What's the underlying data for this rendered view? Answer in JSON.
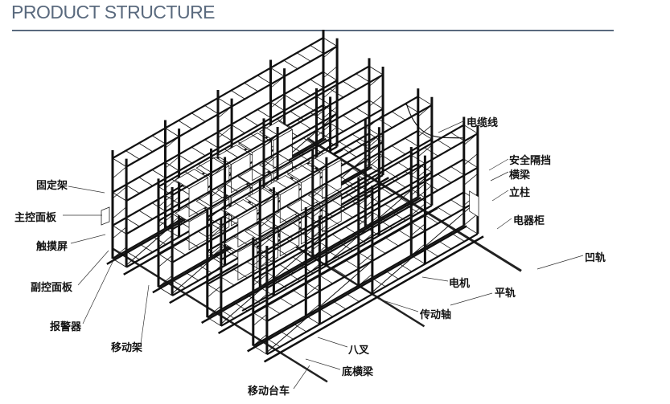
{
  "header": {
    "title": "PRODUCT STRUCTURE",
    "accent_color": "#5a6a7e"
  },
  "labels": {
    "fixed_rack": "固定架",
    "main_panel": "主控面板",
    "touch_screen": "触摸屏",
    "sub_panel": "副控面板",
    "alarm": "报警器",
    "mobile_rack": "移动架",
    "mobile_carriage": "移动台车",
    "bottom_beam": "底横梁",
    "cross_brace": "八叉",
    "drive_shaft": "传动轴",
    "flat_rail": "平轨",
    "motor": "电机",
    "groove_rail": "凹轨",
    "electric_cabinet": "电器柜",
    "upright": "立柱",
    "beam": "横梁",
    "safety_guard": "安全隔挡",
    "cable": "电缆线"
  }
}
